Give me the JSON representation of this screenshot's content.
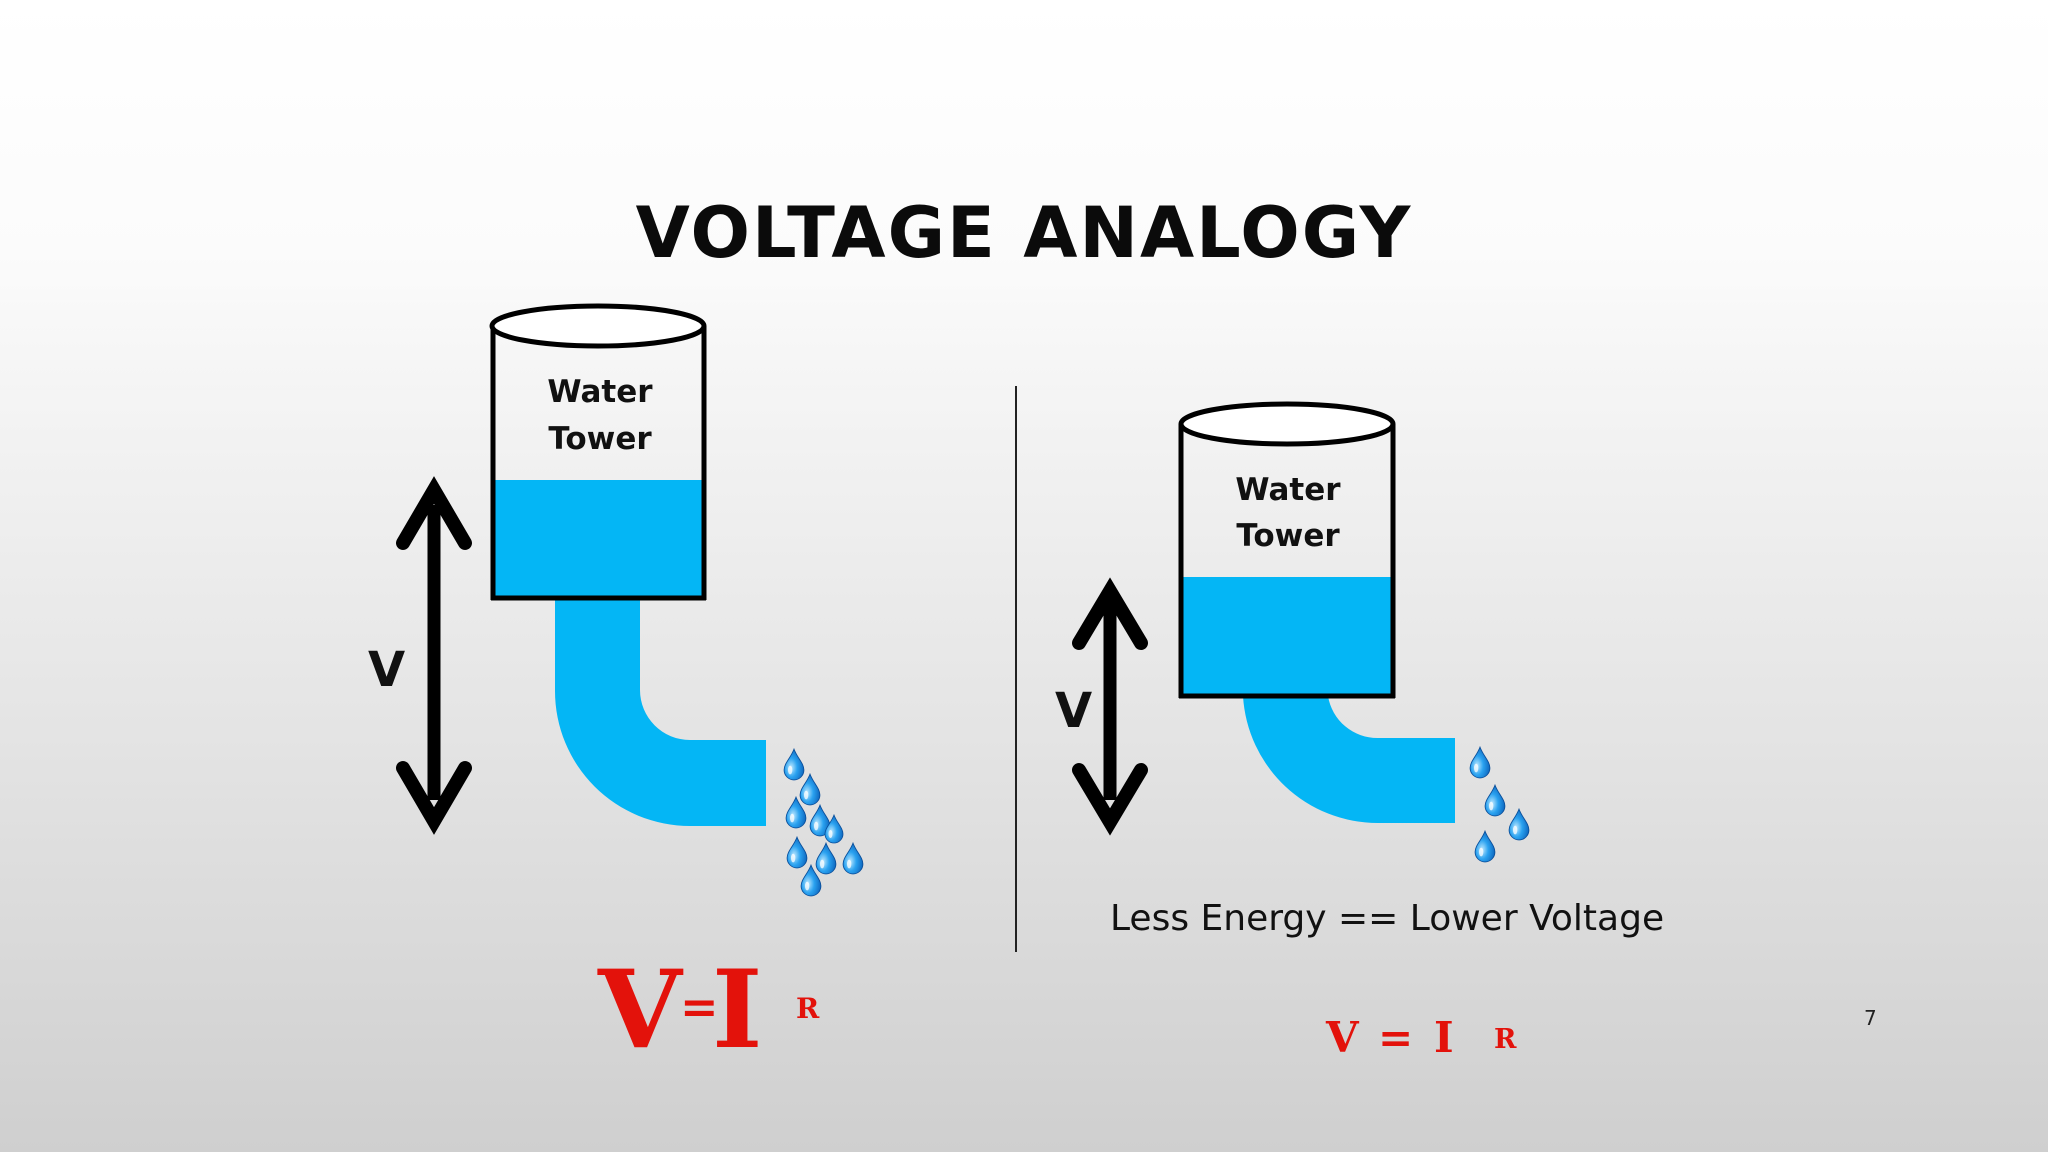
{
  "slide": {
    "title": "VOLTAGE ANALOGY",
    "page_number": "7"
  },
  "left_diagram": {
    "tower_label_line1": "Water",
    "tower_label_line2": "Tower",
    "voltage_label": "V",
    "formula": {
      "v": "V",
      "eq": "=",
      "i": "I",
      "r": "R"
    }
  },
  "right_diagram": {
    "tower_label_line1": "Water",
    "tower_label_line2": "Tower",
    "voltage_label": "V",
    "caption": "Less Energy == Lower Voltage",
    "formula": {
      "v": "V",
      "eq": "=",
      "i": "I",
      "r": "R"
    }
  },
  "colors": {
    "water": "#04b6f5",
    "outline": "#000000",
    "formula": "#e3120b",
    "drops": "#1e90e6"
  }
}
